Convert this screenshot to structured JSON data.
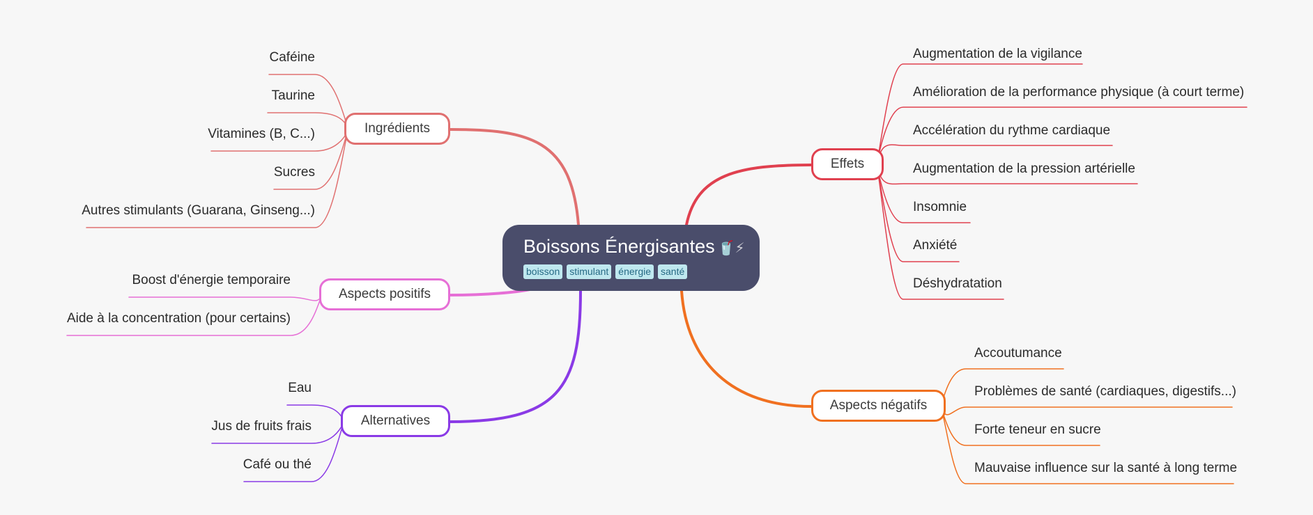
{
  "central": {
    "title": "Boissons Énergisantes",
    "emoji": "🥤⚡",
    "tags": [
      "boisson",
      "stimulant",
      "énergie",
      "santé"
    ]
  },
  "branches": {
    "ingredients": {
      "label": "Ingrédients",
      "color": "#e07070",
      "items": [
        "Caféine",
        "Taurine",
        "Vitamines (B, C...)",
        "Sucres",
        "Autres stimulants (Guarana, Ginseng...)"
      ]
    },
    "positifs": {
      "label": "Aspects positifs",
      "color": "#e66fd6",
      "items": [
        "Boost d'énergie temporaire",
        "Aide à la concentration (pour certains)"
      ]
    },
    "alternatives": {
      "label": "Alternatives",
      "color": "#8a3ae6",
      "items": [
        "Eau",
        "Jus de fruits frais",
        "Café ou thé"
      ]
    },
    "effets": {
      "label": "Effets",
      "color": "#e0404f",
      "items": [
        "Augmentation de la vigilance",
        "Amélioration de la performance physique (à court terme)",
        "Accélération du rythme cardiaque",
        "Augmentation de la pression artérielle",
        "Insomnie",
        "Anxiété",
        "Déshydratation"
      ]
    },
    "negatifs": {
      "label": "Aspects négatifs",
      "color": "#f07020",
      "items": [
        "Accoutumance",
        "Problèmes de santé (cardiaques, digestifs...)",
        "Forte teneur en sucre",
        "Mauvaise influence sur la santé à long terme"
      ]
    }
  }
}
